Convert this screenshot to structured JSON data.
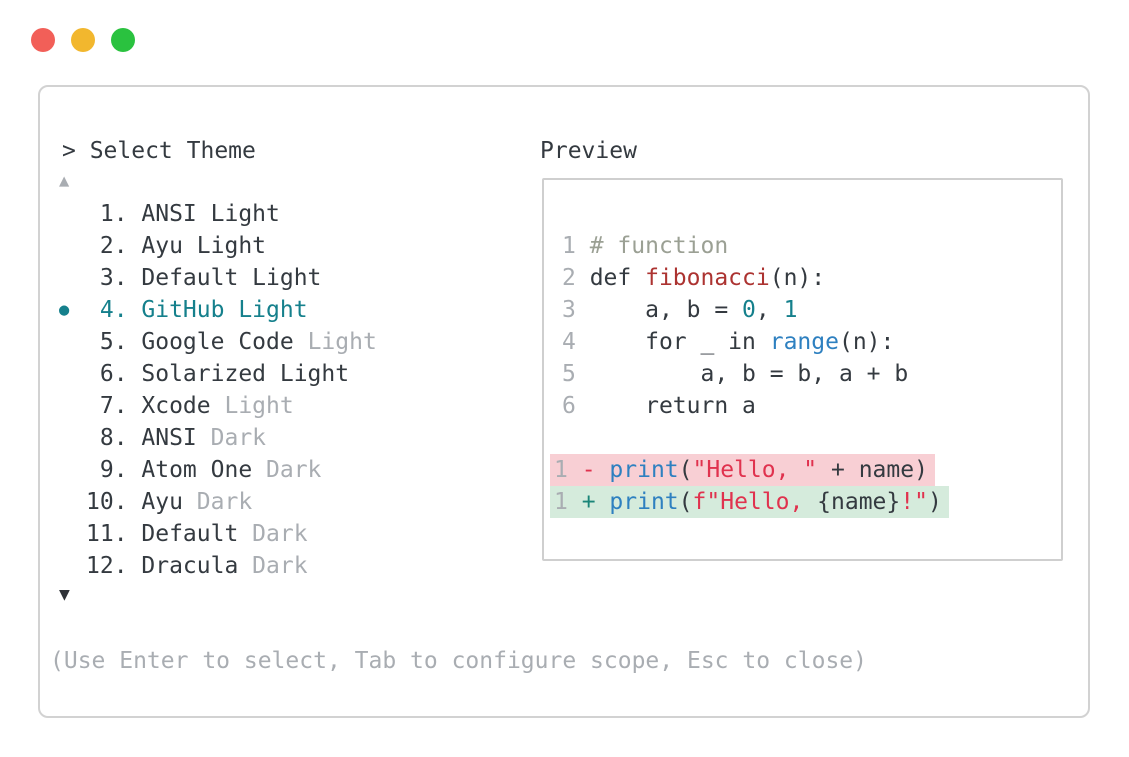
{
  "colors": {
    "accent_teal": "#15808c",
    "text_dark": "#343a40",
    "text_dim": "#a9adb2",
    "comment": "#9ba094",
    "defname_red": "#ac3331",
    "builtin_blue": "#2e80c0",
    "number_teal": "#15808c",
    "string_red": "#e0324e",
    "diff_minus": "#e0324e",
    "diff_plus": "#1a8578",
    "removed_bg": "#f8cfd4",
    "added_bg": "#d5ebdc",
    "border": "#d2d2d2"
  },
  "window": {
    "traffic_lights": [
      {
        "name": "close-button",
        "color": "#f25f58"
      },
      {
        "name": "minimize-button",
        "color": "#f2b72e"
      },
      {
        "name": "zoom-button",
        "color": "#2ac23f"
      }
    ]
  },
  "prompt": {
    "text": "> Select Theme"
  },
  "preview_label": "Preview",
  "theme_list": {
    "scroll_up_indicator": "▲",
    "scroll_down_indicator": "▼",
    "selected_bullet": "●",
    "items": [
      {
        "number": "1",
        "name": "ANSI Light",
        "dim": "",
        "selected": false
      },
      {
        "number": "2",
        "name": "Ayu Light",
        "dim": "",
        "selected": false
      },
      {
        "number": "3",
        "name": "Default Light",
        "dim": "",
        "selected": false
      },
      {
        "number": "4",
        "name": "GitHub Light",
        "dim": "",
        "selected": true
      },
      {
        "number": "5",
        "name": "Google Code",
        "dim": "Light",
        "selected": false
      },
      {
        "number": "6",
        "name": "Solarized Light",
        "dim": "",
        "selected": false
      },
      {
        "number": "7",
        "name": "Xcode",
        "dim": "Light",
        "selected": false
      },
      {
        "number": "8",
        "name": "ANSI",
        "dim": "Dark",
        "selected": false
      },
      {
        "number": "9",
        "name": "Atom One",
        "dim": "Dark",
        "selected": false
      },
      {
        "number": "10",
        "name": "Ayu",
        "dim": "Dark",
        "selected": false
      },
      {
        "number": "11",
        "name": "Default",
        "dim": "Dark",
        "selected": false
      },
      {
        "number": "12",
        "name": "Dracula",
        "dim": "Dark",
        "selected": false
      }
    ]
  },
  "code_preview": {
    "lines": [
      {
        "num": "1",
        "tokens": [
          [
            "# function",
            "comment"
          ]
        ]
      },
      {
        "num": "2",
        "tokens": [
          [
            "def ",
            "plain"
          ],
          [
            "fibonacci",
            "defname"
          ],
          [
            "(n):",
            "plain"
          ]
        ]
      },
      {
        "num": "3",
        "tokens": [
          [
            "    a, b = ",
            "plain"
          ],
          [
            "0",
            "number"
          ],
          [
            ", ",
            "plain"
          ],
          [
            "1",
            "number"
          ]
        ]
      },
      {
        "num": "4",
        "tokens": [
          [
            "    for _ in ",
            "plain"
          ],
          [
            "range",
            "builtin"
          ],
          [
            "(n):",
            "plain"
          ]
        ]
      },
      {
        "num": "5",
        "tokens": [
          [
            "        a, b = b, a + b",
            "plain"
          ]
        ]
      },
      {
        "num": "6",
        "tokens": [
          [
            "    return a",
            "plain"
          ]
        ]
      }
    ],
    "diff_lines": [
      {
        "num": "1",
        "sign": "-",
        "kind": "removed",
        "tokens": [
          [
            "print",
            "builtin"
          ],
          [
            "(",
            "plain"
          ],
          [
            "\"Hello, \"",
            "string"
          ],
          [
            " + name)",
            "plain"
          ]
        ]
      },
      {
        "num": "1",
        "sign": "+",
        "kind": "added",
        "tokens": [
          [
            "print",
            "builtin"
          ],
          [
            "(",
            "plain"
          ],
          [
            "f\"Hello, ",
            "string"
          ],
          [
            "{name}",
            "plain"
          ],
          [
            "!\"",
            "string"
          ],
          [
            ")",
            "plain"
          ]
        ]
      }
    ]
  },
  "footer": {
    "hint": "(Use Enter to select, Tab to configure scope, Esc to close)"
  }
}
